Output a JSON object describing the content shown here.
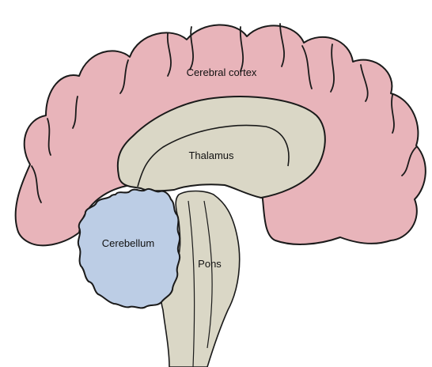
{
  "labels": {
    "cerebral_cortex": "Cerebral cortex",
    "thalamus": "Thalamus",
    "cerebellum": "Cerebellum",
    "pons": "Pons"
  },
  "colors": {
    "cortex_fill": "#e8b4ba",
    "deep_fill": "#dad7c6",
    "cerebellum_fill": "#bccde5",
    "outline": "#1a1a1a",
    "background": "#ffffff"
  }
}
